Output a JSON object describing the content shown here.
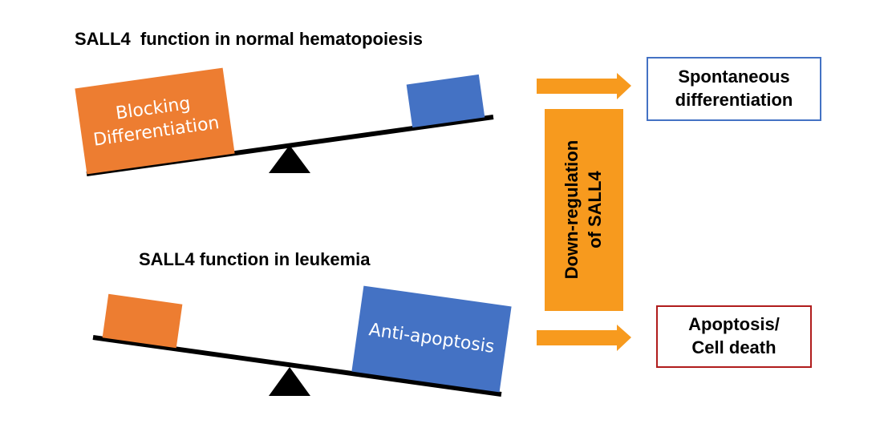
{
  "top_scale": {
    "title": "SALL4  function in normal hematopoiesis",
    "heavy_block_label": "Blocking Differentiation",
    "heavy_block_label_line1": "Blocking",
    "heavy_block_label_line2": "Differentiation",
    "light_block_label": ""
  },
  "bottom_scale": {
    "title": "SALL4 function in leukemia",
    "light_block_label": "",
    "heavy_block_label": "Anti-apoptosis"
  },
  "center_bar": {
    "line1": "Down-regulation",
    "line2": "of SALL4"
  },
  "outcomes": {
    "top_line1": "Spontaneous",
    "top_line2": "differentiation",
    "bottom_line1": "Apoptosis/",
    "bottom_line2": "Cell death"
  },
  "colors": {
    "orange_block": "#ED7D31",
    "blue_block": "#4472C4",
    "arrow_orange": "#F79A1E",
    "bar_orange": "#F79A1E",
    "top_outcome_border": "#4472C4",
    "bottom_outcome_border": "#B01C1C",
    "beam": "#000000"
  }
}
